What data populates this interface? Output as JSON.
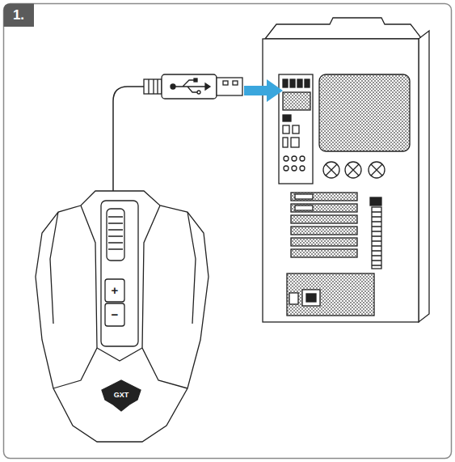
{
  "diagram": {
    "labels": [
      "1.",
      "+",
      "−",
      "GXT"
    ]
  }
}
